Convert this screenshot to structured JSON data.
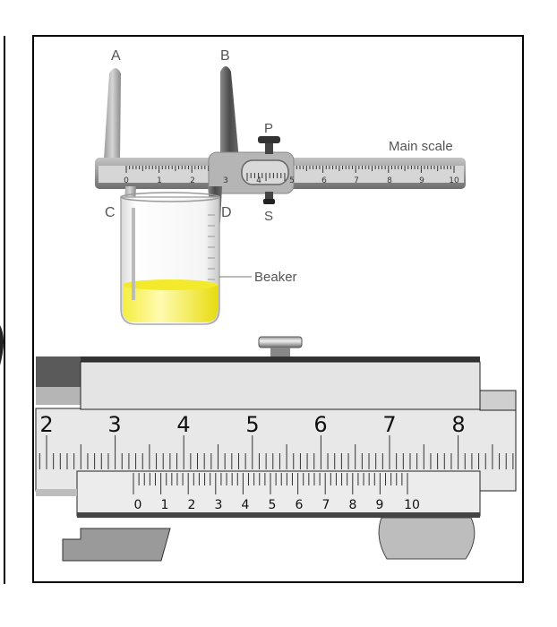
{
  "top_caliper": {
    "jaw_labels": {
      "a": "A",
      "b": "B",
      "c": "C",
      "d": "D"
    },
    "screw_labels": {
      "p": "P",
      "s": "S"
    },
    "main_scale_caption": "Main scale",
    "beaker_caption": "Beaker",
    "scale_numbers": [
      "0",
      "1",
      "2",
      "3",
      "4",
      "5",
      "6",
      "7",
      "8",
      "9",
      "10"
    ],
    "liquid_color": "#f2ea2a"
  },
  "zoomed_vernier": {
    "main_scale_numbers": [
      "2",
      "3",
      "4",
      "5",
      "6",
      "7",
      "8"
    ],
    "vernier_numbers": [
      "0",
      "1",
      "2",
      "3",
      "4",
      "5",
      "6",
      "7",
      "8",
      "9",
      "10"
    ]
  }
}
